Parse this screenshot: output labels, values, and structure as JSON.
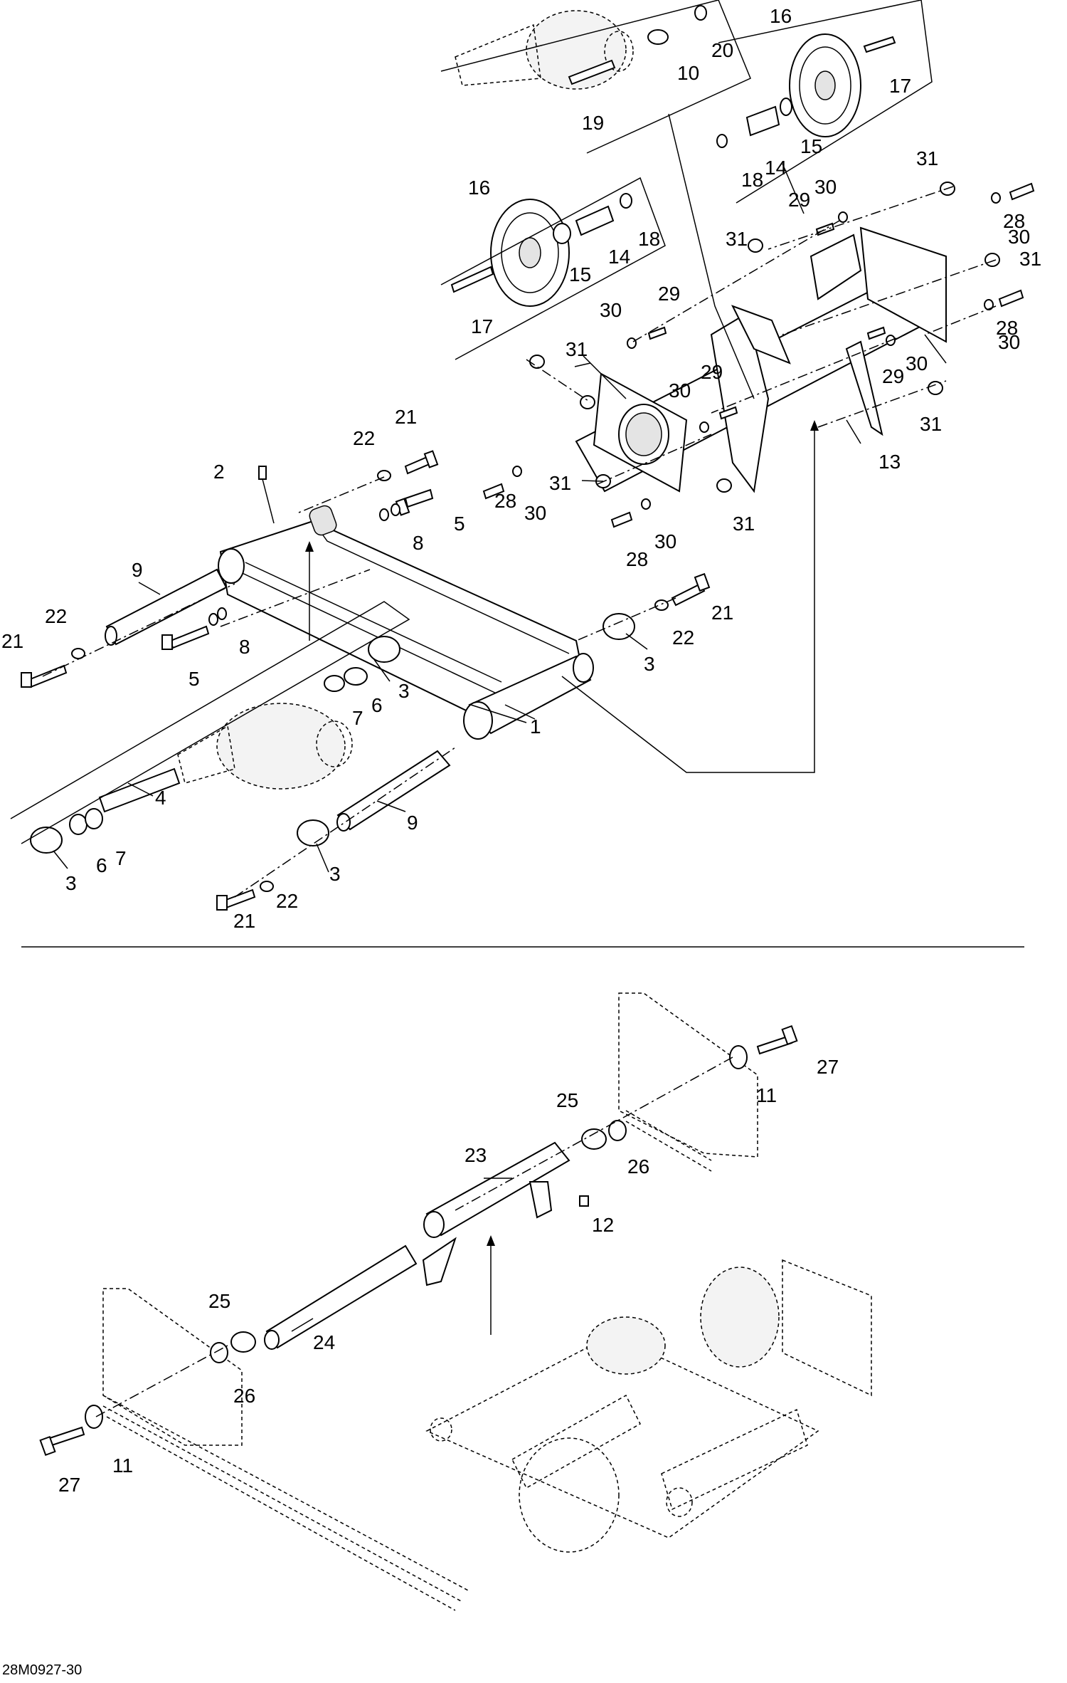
{
  "diagram": {
    "reference_code": "28M0927-30",
    "callouts": {
      "c1": "1",
      "c2": "2",
      "c3a": "3",
      "c3b": "3",
      "c3c": "3",
      "c3d": "3",
      "c4": "4",
      "c5a": "5",
      "c5b": "5",
      "c6a": "6",
      "c6b": "6",
      "c7a": "7",
      "c7b": "7",
      "c8a": "8",
      "c8b": "8",
      "c9a": "9",
      "c9b": "9",
      "c10": "10",
      "c11a": "11",
      "c11b": "11",
      "c12": "12",
      "c13": "13",
      "c14a": "14",
      "c14b": "14",
      "c15a": "15",
      "c15b": "15",
      "c16a": "16",
      "c16b": "16",
      "c17a": "17",
      "c17b": "17",
      "c18a": "18",
      "c18b": "18",
      "c19": "19",
      "c20": "20",
      "c21a": "21",
      "c21b": "21",
      "c21c": "21",
      "c21d": "21",
      "c22a": "22",
      "c22b": "22",
      "c22c": "22",
      "c22d": "22",
      "c23": "23",
      "c24": "24",
      "c25a": "25",
      "c25b": "25",
      "c26a": "26",
      "c26b": "26",
      "c27a": "27",
      "c27b": "27",
      "c28a": "28",
      "c28b": "28",
      "c28c": "28",
      "c28d": "28",
      "c29a": "29",
      "c29b": "29",
      "c29c": "29",
      "c29d": "29",
      "c30a": "30",
      "c30b": "30",
      "c30c": "30",
      "c30d": "30",
      "c30e": "30",
      "c30f": "30",
      "c30g": "30",
      "c30h": "30",
      "c31a": "31",
      "c31b": "31",
      "c31c": "31",
      "c31d": "31",
      "c31e": "31",
      "c31f": "31",
      "c31g": "31"
    }
  }
}
